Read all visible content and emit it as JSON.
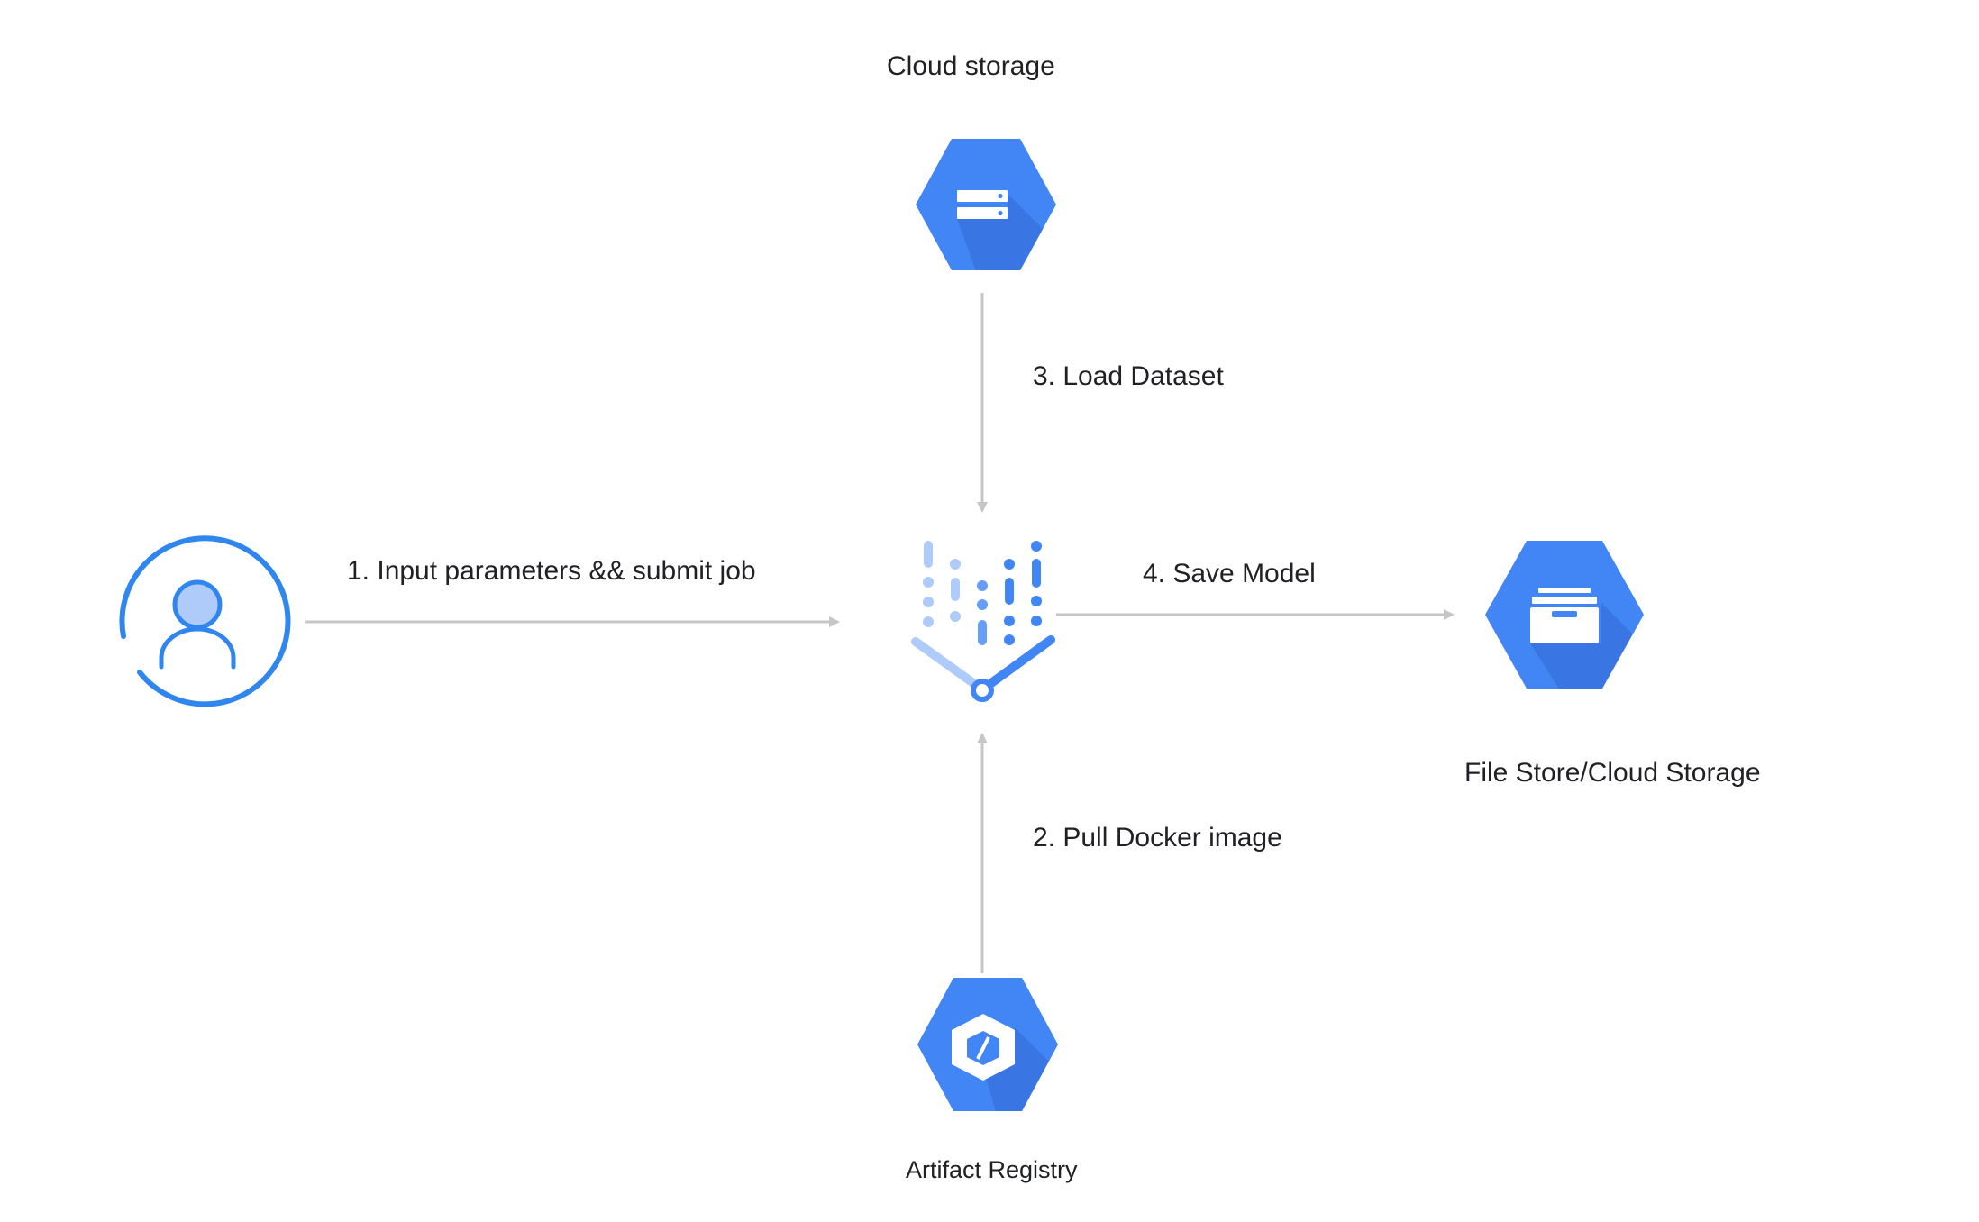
{
  "nodes": {
    "cloud_storage": {
      "label": "Cloud storage",
      "icon": "cloud-storage-icon"
    },
    "vertex_ai": {
      "icon": "vertex-ai-icon"
    },
    "file_store": {
      "label": "File Store/Cloud Storage",
      "icon": "filestore-icon"
    },
    "artifact_registry": {
      "label": "Artifact Registry",
      "icon": "artifact-registry-icon"
    },
    "user": {
      "icon": "user-icon"
    }
  },
  "steps": {
    "input": "1. Input parameters && submit job",
    "pull": "2.  Pull Docker image",
    "load": "3.  Load Dataset",
    "save": "4.  Save Model"
  },
  "colors": {
    "hex_blue": "#4285f4",
    "hex_shadow": "#3367d6",
    "user_blue": "#2f86ee",
    "user_light": "#aecbfa",
    "arrow_gray": "#c6c6c6",
    "vertex_dark": "#4285f4",
    "vertex_light": "#aecbfa"
  }
}
